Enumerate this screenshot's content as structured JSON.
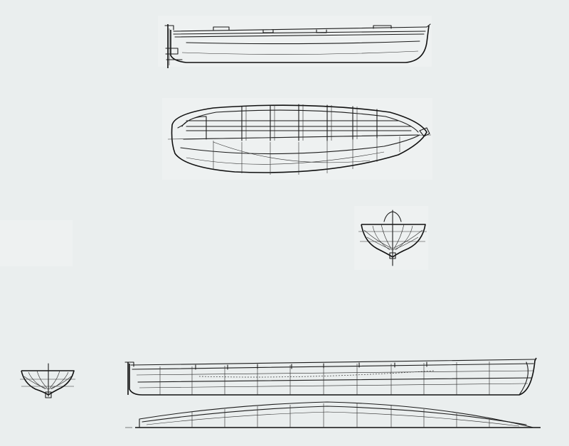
{
  "drawing": {
    "background": "#eaeeee",
    "line_color": "#1c1c1c",
    "views": [
      {
        "id": "profile-top",
        "kind": "side elevation"
      },
      {
        "id": "plan-view",
        "kind": "half-breadth plan"
      },
      {
        "id": "body-plan-right",
        "kind": "body plan sections"
      },
      {
        "id": "body-plan-left",
        "kind": "body plan sections"
      },
      {
        "id": "profile-lines",
        "kind": "sheer and buttock lines"
      },
      {
        "id": "waterline-plan",
        "kind": "waterline plan"
      }
    ]
  }
}
